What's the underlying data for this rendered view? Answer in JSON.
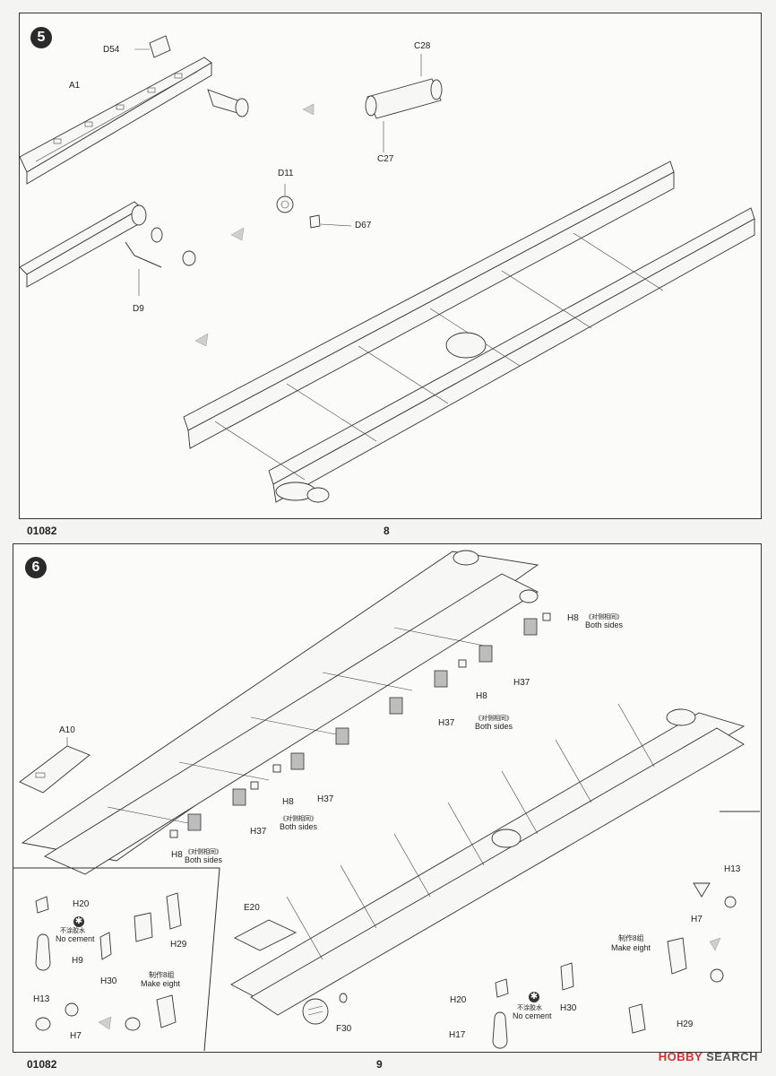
{
  "kit_number": "01082",
  "page_top": {
    "number": "8",
    "step": "5"
  },
  "page_bottom": {
    "number": "9",
    "step": "6"
  },
  "step5_labels": {
    "d54": "D54",
    "a1": "A1",
    "c28": "C28",
    "c27": "C27",
    "d11": "D11",
    "d67": "D67",
    "d9": "D9"
  },
  "step6_labels": {
    "a10": "A10",
    "h8_top": "H8",
    "h8_top_cn": "《对侧相同》",
    "h8_top_en": "Both sides",
    "h8_mid": "H8",
    "h37_right": "H37",
    "h37_mid": "H37",
    "both_mid_cn": "《对侧相同》",
    "both_mid_en": "Both sides",
    "h8_left": "H8",
    "h37_left": "H37",
    "h37_lower": "H37",
    "both_lower_cn": "《对侧相同》",
    "both_lower_en": "Both sides",
    "h8_bottom": "H8",
    "h8_bottom_cn": "《对侧相同》",
    "h8_bottom_en": "Both sides",
    "e20": "E20",
    "f30": "F30",
    "h13_right": "H13",
    "h7_right": "H7",
    "make_eight_right_cn": "制作8组",
    "make_eight_right_en": "Make eight",
    "h20_left": "H20",
    "nocement_left_cn": "不涂胶水",
    "nocement_left_en": "No cement",
    "h9": "H9",
    "h29_left": "H29",
    "h30_left": "H30",
    "make_eight_left_cn": "制作8组",
    "make_eight_left_en": "Make eight",
    "h13_left": "H13",
    "h7_left": "H7",
    "h20_right": "H20",
    "nocement_right_cn": "不涂胶水",
    "nocement_right_en": "No cement",
    "h17": "H17",
    "h30_right": "H30",
    "h29_right": "H29"
  },
  "watermark": {
    "brand": "HOBBY",
    "suffix": " SEARCH"
  },
  "icons": {
    "no_cement": "asterisk-icon",
    "direction": "arrow-icon"
  }
}
